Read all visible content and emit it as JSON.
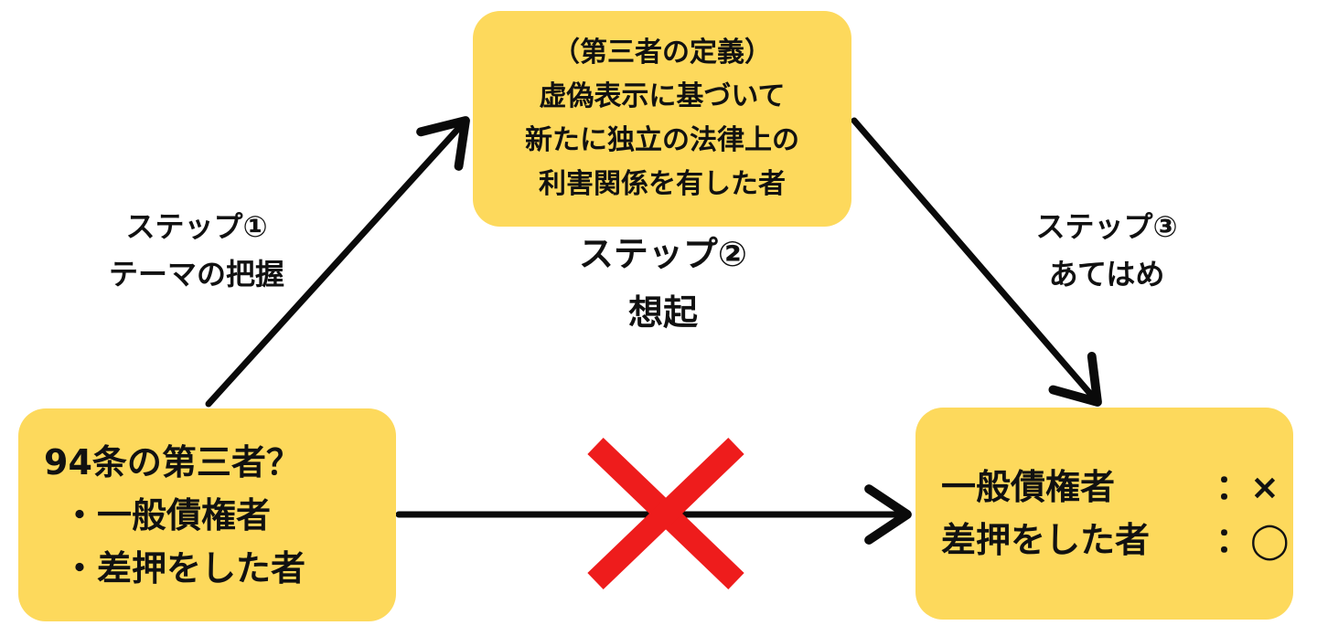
{
  "colors": {
    "box_fill": "#fdd95c",
    "arrow": "#0a0a0a",
    "cross": "#ee1c1c",
    "text": "#111111"
  },
  "top_box": {
    "lines": [
      "（第三者の定義）",
      "虚偽表示に基づいて",
      "新たに独立の法律上の",
      "利害関係を有した者"
    ]
  },
  "left_box": {
    "title": "94条の第三者？",
    "items": [
      "・一般債権者",
      "・差押をした者"
    ]
  },
  "right_box": {
    "rows": [
      {
        "label": "一般債権者",
        "value": "：×"
      },
      {
        "label": "差押をした者",
        "value": "：◯"
      }
    ]
  },
  "steps": {
    "step1": {
      "line1": "ステップ①",
      "line2": "テーマの把握"
    },
    "step2": {
      "line1": "ステップ②",
      "line2": "想起"
    },
    "step3": {
      "line1": "ステップ③",
      "line2": "あてはめ"
    }
  },
  "icons": {
    "direct_path_blocked": "cross-icon"
  }
}
